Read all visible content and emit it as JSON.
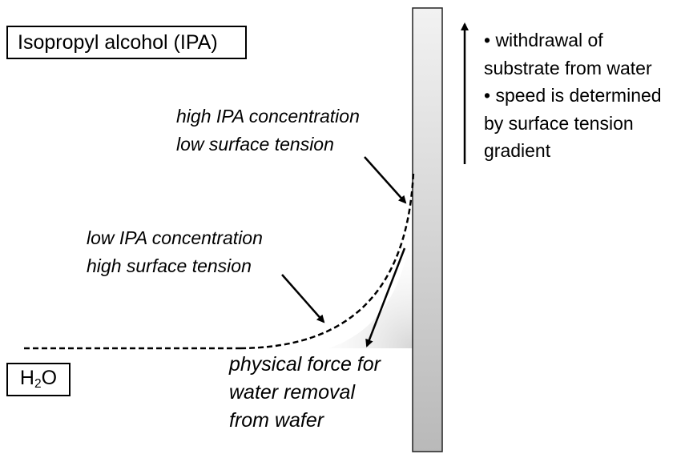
{
  "ipa_box": {
    "label": "Isopropyl alcohol (IPA)"
  },
  "water_box": {
    "prefix": "H",
    "subscript": "2",
    "suffix": "O"
  },
  "high_ipa_label": {
    "line1": "high IPA concentration",
    "line2": "low surface tension"
  },
  "low_ipa_label": {
    "line1": "low IPA concentration",
    "line2": "high surface tension"
  },
  "force_label": {
    "line1": "physical force for",
    "line2": "water removal",
    "line3": "from wafer"
  },
  "withdrawal_notes": {
    "line1": "• withdrawal of",
    "line2": "substrate from water",
    "line3": "• speed is determined",
    "line4": "by surface tension",
    "line5": "gradient"
  },
  "colors": {
    "line": "#000000",
    "substrate_light": "#f2f2f2",
    "substrate_dark": "#b9b9b9",
    "meniscus_shade": "#d6d6d6"
  }
}
